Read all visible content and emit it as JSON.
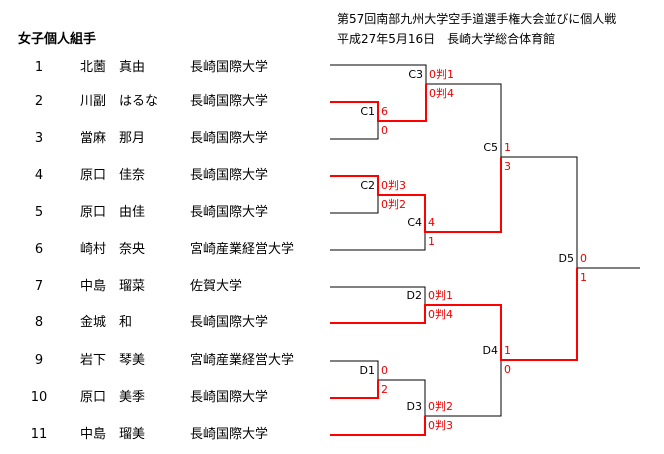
{
  "header": {
    "line1": "第57回南部九州大学空手道選手権大会並びに個人戦",
    "line2": "平成27年5月16日　長崎大学総合体育館"
  },
  "section_title": "女子個人組手",
  "players": [
    {
      "no": "1",
      "name": "北薗　真由",
      "school": "長崎国際大学"
    },
    {
      "no": "2",
      "name": "川副　はるな",
      "school": "長崎国際大学"
    },
    {
      "no": "3",
      "name": "當麻　那月",
      "school": "長崎国際大学"
    },
    {
      "no": "4",
      "name": "原口　佳奈",
      "school": "長崎国際大学"
    },
    {
      "no": "5",
      "name": "原口　由佳",
      "school": "長崎国際大学"
    },
    {
      "no": "6",
      "name": "崎村　奈央",
      "school": "宮崎産業経営大学"
    },
    {
      "no": "7",
      "name": "中島　瑠菜",
      "school": "佐賀大学"
    },
    {
      "no": "8",
      "name": "金城　和",
      "school": "長崎国際大学"
    },
    {
      "no": "9",
      "name": "岩下　琴美",
      "school": "宮崎産業経営大学"
    },
    {
      "no": "10",
      "name": "原口　美季",
      "school": "長崎国際大学"
    },
    {
      "no": "11",
      "name": "中島　瑠美",
      "school": "長崎国際大学"
    }
  ],
  "matches": {
    "C1": {
      "label": "C1",
      "top": "6",
      "bottom": "0"
    },
    "C2": {
      "label": "C2",
      "top": "0判3",
      "bottom": "0判2"
    },
    "C3": {
      "label": "C3",
      "top": "0判1",
      "bottom": "0判4"
    },
    "C4": {
      "label": "C4",
      "top": "4",
      "bottom": "1"
    },
    "C5": {
      "label": "C5",
      "top": "1",
      "bottom": "3"
    },
    "D1": {
      "label": "D1",
      "top": "0",
      "bottom": "2"
    },
    "D2": {
      "label": "D2",
      "top": "0判1",
      "bottom": "0判4"
    },
    "D3": {
      "label": "D3",
      "top": "0判2",
      "bottom": "0判3"
    },
    "D4": {
      "label": "D4",
      "top": "1",
      "bottom": "0"
    },
    "D5": {
      "label": "D5",
      "top": "0",
      "bottom": "1"
    }
  },
  "colors": {
    "winner": "#ff0000",
    "line": "#000000"
  }
}
